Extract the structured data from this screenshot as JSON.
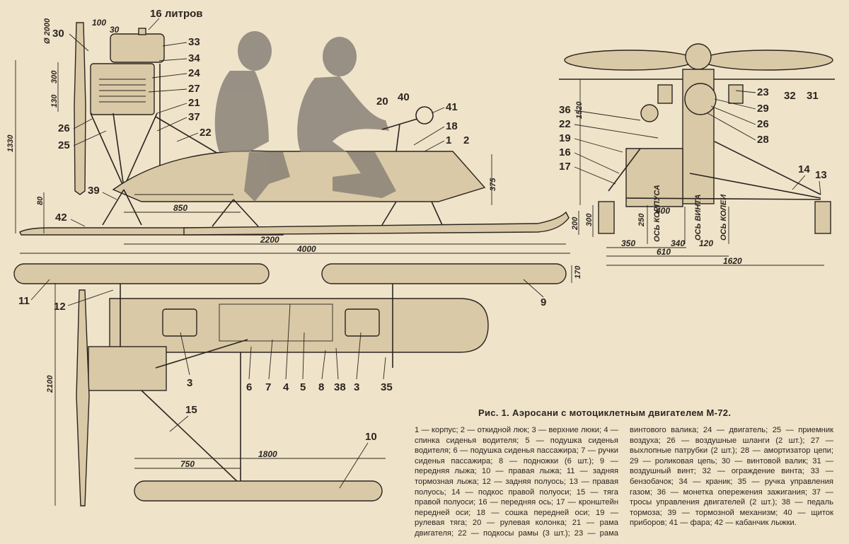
{
  "caption": "Рис. 1. Аэросани с мотоциклетным двигателем М-72.",
  "legend": "1 — корпус; 2 — откидной люк; 3 — верхние люки; 4 — спинка сиденья водителя; 5 — подушка сиденья водителя; 6 — подушка сиденья пассажира; 7 — ручки сиденья пассажира; 8 — подножки (6 шт.); 9 — передняя лыжа; 10 — правая лыжа; 11 — задняя тормозная лыжа; 12 — задняя полуось; 13 — правая полуось; 14 — подкос правой полуоси; 15 — тяга правой полуоси; 16 — передняя ось; 17 — кронштейн передней оси; 18 — сошка передней оси; 19 — рулевая тяга; 20 — рулевая колонка; 21 — рама двигателя; 22 — подкосы рамы (3 шт.); 23 — рама винтового валика; 24 — двигатель; 25 — приемник воздуха; 26 — воздушные шланги (2 шт.); 27 — выхлопные патрубки (2 шт.); 28 — амортизатор цепи; 29 — роликовая цепь; 30 — винтовой валик; 31 — воздушный винт; 32 — ограждение винта; 33 — бензобачок; 34 — краник; 35 — ручка управления газом; 36 — монетка опережения зажигания; 37 — тросы управления двигателей (2 шт.); 38 — педаль тормоза; 39 — тормозной механизм; 40 — щиток приборов; 41 — фара; 42 — кабанчик лыжки.",
  "side_view": {
    "fuel_label": "16 литров",
    "dims": {
      "d2000": "Ø 2000",
      "d100": "100",
      "d30": "30",
      "d300": "300",
      "d130": "130",
      "d1330": "1330",
      "d80": "80",
      "d850": "850",
      "d2200": "2200",
      "d4000": "4000",
      "d375": "375",
      "d200": "200"
    },
    "callouts": [
      "30",
      "33",
      "34",
      "24",
      "27",
      "21",
      "37",
      "22",
      "26",
      "25",
      "20",
      "40",
      "41",
      "18",
      "1",
      "2",
      "39",
      "42"
    ]
  },
  "front_view": {
    "dims": {
      "d1520": "1520",
      "d250": "250",
      "d400": "400",
      "d350": "350",
      "d340": "340",
      "d120": "120",
      "d610": "610",
      "d1620": "1620",
      "d300": "300"
    },
    "axis_labels": {
      "body": "ОСЬ КОРПУСА",
      "prop": "ОСЬ ВИНТА",
      "wheel": "ОСЬ КОЛЕИ"
    },
    "callouts": [
      "32",
      "31",
      "23",
      "29",
      "26",
      "28",
      "36",
      "22",
      "19",
      "16",
      "17",
      "14",
      "13"
    ]
  },
  "top_view": {
    "dims": {
      "d2100": "2100",
      "d1800": "1800",
      "d750": "750",
      "d170": "170"
    },
    "callouts": [
      "11",
      "12",
      "9",
      "3",
      "6",
      "7",
      "4",
      "5",
      "8",
      "38",
      "3",
      "35",
      "15",
      "10"
    ]
  }
}
